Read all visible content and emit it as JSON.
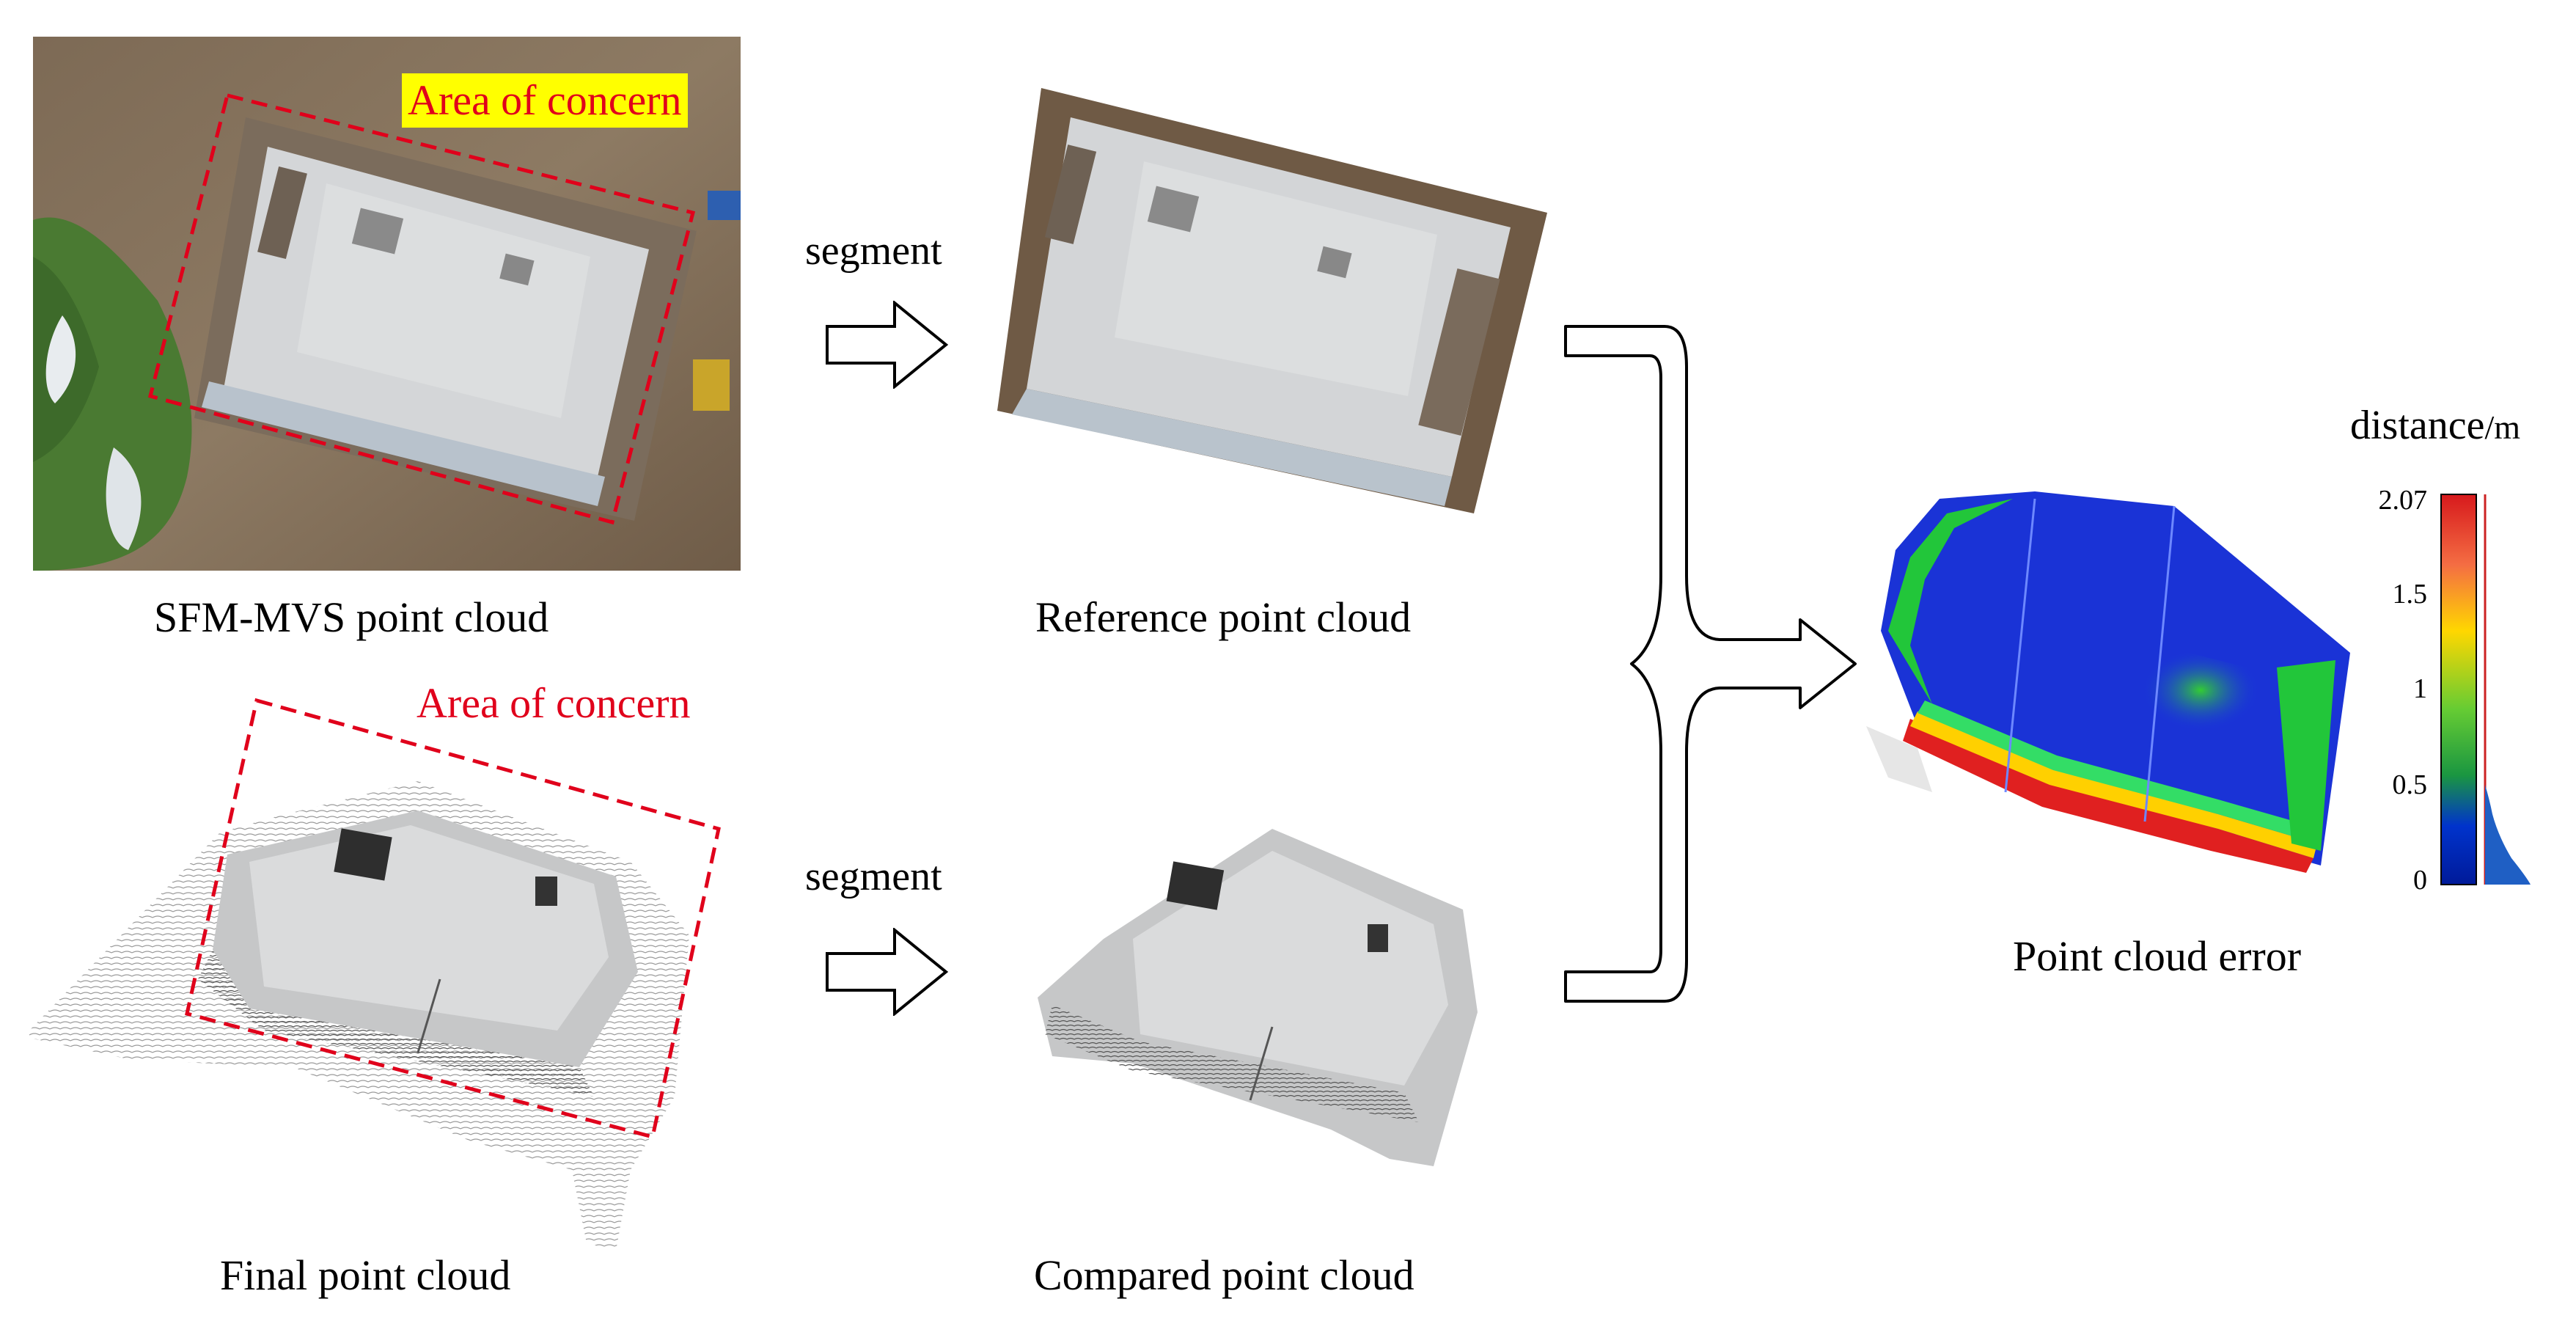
{
  "panels": {
    "sfm": {
      "caption": "SFM-MVS point cloud",
      "tag": "Area of concern"
    },
    "final": {
      "caption": "Final point cloud",
      "tag": "Area of concern"
    },
    "reference": {
      "caption": "Reference point cloud"
    },
    "compared": {
      "caption": "Compared point cloud"
    },
    "error": {
      "caption": "Point cloud error"
    }
  },
  "arrows": {
    "top_label": "segment",
    "bottom_label": "segment"
  },
  "colorbar": {
    "title": "distance",
    "unit": "/m",
    "ticks": [
      "2.07",
      "1.5",
      "1",
      "0.5",
      "0"
    ],
    "colors": [
      "#d7191c",
      "#f46d43",
      "#ffd700",
      "#66cc33",
      "#1a9641",
      "#0033cc",
      "#001a99"
    ]
  },
  "colors": {
    "concern": "#e0001b",
    "highlight": "#ffff00"
  }
}
